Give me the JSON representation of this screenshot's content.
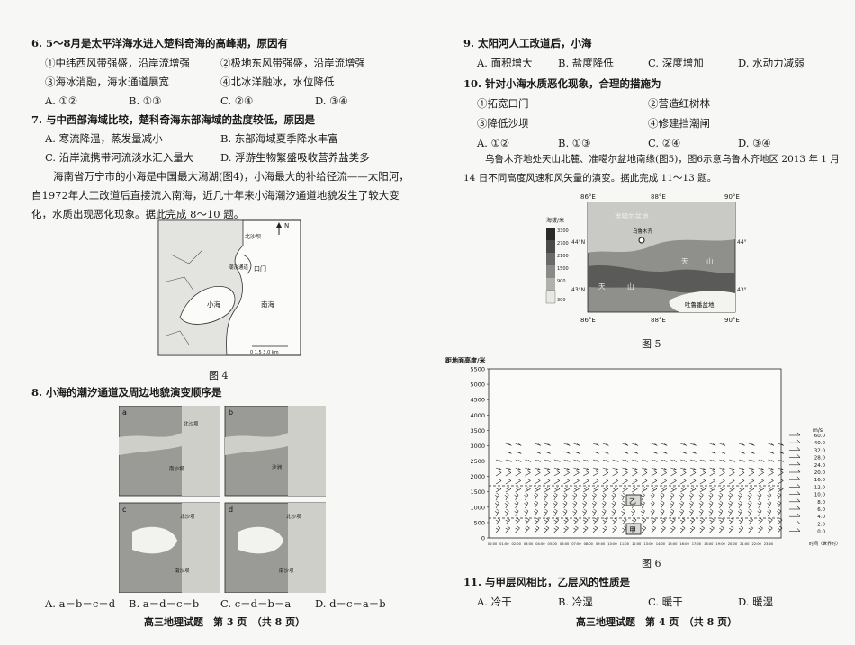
{
  "left": {
    "q6": {
      "stem": "6. 5～8月是太平洋海水进入楚科奇海的高峰期，原因有",
      "items": [
        "①中纬西风带强盛，沿岸流增强",
        "②极地东风带强盛，沿岸流增强",
        "③海冰消融，海水通道展宽",
        "④北冰洋融冰，水位降低"
      ],
      "options": [
        "A. ①②",
        "B. ①③",
        "C. ②④",
        "D. ③④"
      ]
    },
    "q7": {
      "stem": "7. 与中西部海域比较，楚科奇海东部海域的盐度较低，原因是",
      "options": [
        "A. 寒流降温，蒸发量减小",
        "B. 东部海域夏季降水丰富",
        "C. 沿岸流携带河流淡水汇入量大",
        "D. 浮游生物繁盛吸收营养盐类多"
      ]
    },
    "passage": "海南省万宁市的小海是中国最大潟湖(图4)，小海最大的补给径流——太阳河，自1972年人工改道后直接流入南海，近几十年来小海潮汐通道地貌发生了较大变化，水质出现恶化现象。据此完成 8～10 题。",
    "fig4": {
      "caption": "图 4",
      "labels": [
        "北沙坝",
        "潮汐通道",
        "口门",
        "小海",
        "南海",
        "N"
      ],
      "scale": "0  1.5  3.0 km"
    },
    "q8": {
      "stem": "8. 小海的潮汐通道及周边地貌演变顺序是",
      "panels": [
        "a",
        "b",
        "c",
        "d"
      ],
      "panel_labels": [
        "北沙坝",
        "南沙坝",
        "沙洲"
      ],
      "options": [
        "A. a－b－c－d",
        "B. a－d－c－b",
        "C. c－d－b－a",
        "D. d－c－a－b"
      ]
    },
    "footer": "高三地理试题　第 3 页　（共 8 页）"
  },
  "right": {
    "q9": {
      "stem": "9. 太阳河人工改道后，小海",
      "options": [
        "A. 面积增大",
        "B. 盐度降低",
        "C. 深度增加",
        "D. 水动力减弱"
      ]
    },
    "q10": {
      "stem": "10. 针对小海水质恶化现象，合理的措施为",
      "items": [
        "①拓宽口门",
        "②营造红树林",
        "③降低沙坝",
        "④修建挡潮闸"
      ],
      "options": [
        "A. ①②",
        "B. ①③",
        "C. ②④",
        "D. ③④"
      ]
    },
    "passage": "乌鲁木齐地处天山北麓、准噶尔盆地南缘(图5)，图6示意乌鲁木齐地区 2013 年 1 月 14 日不同高度风速和风矢量的演变。据此完成 11～13 题。",
    "fig5": {
      "caption": "图 5",
      "top_ticks": [
        "86°E",
        "88°E",
        "90°E"
      ],
      "bottom_ticks": [
        "86°E",
        "88°E",
        "90°E"
      ],
      "lat_ticks": [
        "44°N",
        "43°N"
      ],
      "legend_title": "海拔/米",
      "legend_values": [
        "3300",
        "2700",
        "2100",
        "1500",
        "900",
        "300"
      ],
      "labels": [
        "准噶尔盆地",
        "乌鲁木齐",
        "天",
        "山",
        "天",
        "山",
        "吐鲁番盆地"
      ]
    },
    "fig6": {
      "caption": "图 6",
      "ylabel": "距地面高度/米",
      "y_ticks": [
        "5500",
        "5000",
        "4500",
        "4000",
        "3500",
        "3000",
        "2500",
        "2000",
        "1500",
        "1000",
        "500",
        "0"
      ],
      "x_ticks": [
        "00:00",
        "01:00",
        "02:00",
        "03:00",
        "04:00",
        "05:00",
        "06:00",
        "07:00",
        "08:00",
        "09:00",
        "10:00",
        "11:00",
        "12:00",
        "13:00",
        "14:00",
        "15:00",
        "16:00",
        "17:00",
        "18:00",
        "19:00",
        "20:00",
        "21:00",
        "22:00",
        "23:00"
      ],
      "xlabel": "时间（世界时）",
      "scale_unit": "m/s",
      "scale_values": [
        "60.0",
        "40.0",
        "32.0",
        "28.0",
        "24.0",
        "20.0",
        "16.0",
        "12.0",
        "10.0",
        "8.0",
        "6.0",
        "4.0",
        "2.0",
        "0.0"
      ],
      "layer_upper": "乙",
      "layer_lower": "甲"
    },
    "q11": {
      "stem": "11. 与甲层风相比，乙层风的性质是",
      "options": [
        "A. 冷干",
        "B. 冷湿",
        "C. 暖干",
        "D. 暖湿"
      ]
    },
    "footer": "高三地理试题　第 4 页　（共 8 页）"
  }
}
